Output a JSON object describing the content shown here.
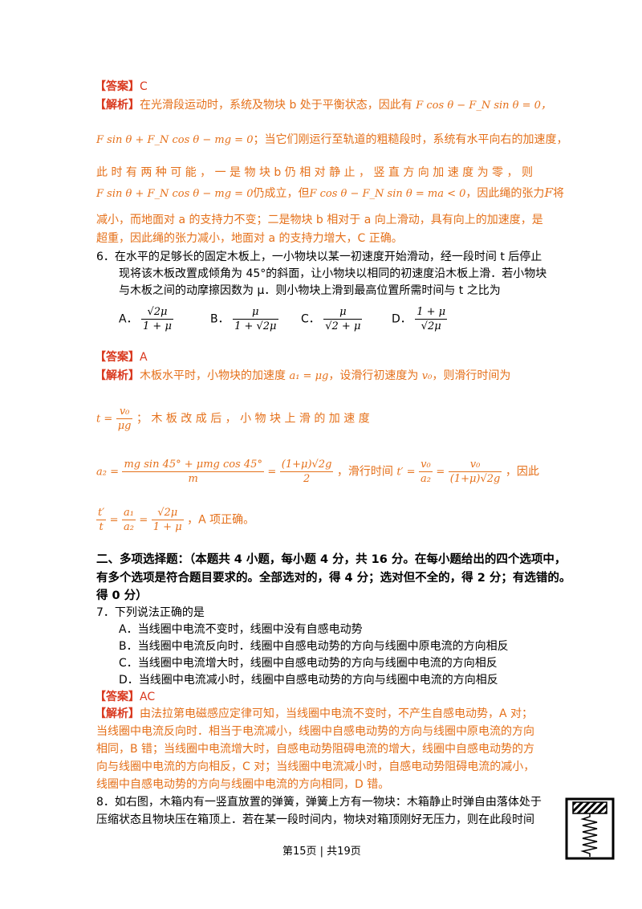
{
  "q5": {
    "answer_tag": "【答案】",
    "answer": "C",
    "analysis_tag": "【解析】",
    "line1": "在光滑段运动时，系统及物块 b 处于平衡状态，因此有",
    "eq1": "F cos θ − F_N sin θ = 0，",
    "eq2": "F sin θ + F_N cos θ − mg = 0",
    "line2": "；当它们刚运行至轨道的粗糙段时，系统有水平向右的加速度，",
    "line3": "此 时 有 两 种 可 能 ， 一 是 物 块 b 仍 相 对 静 止 ， 竖 直 方 向 加 速 度 为 零 ， 则",
    "eq3": "F sin θ + F_N cos θ − mg = 0",
    "line4a": "仍成立，但",
    "eq4": "F cos θ − F_N sin θ = ma < 0",
    "line4b": "，因此绳的张力",
    "eq5": "F",
    "line4c": "将",
    "line5": "减小，而地面对 a 的支持力不变；二是物块 b 相对于 a 向上滑动，具有向上的加速度，是",
    "line6": "超重，因此绳的张力减小，地面对 a 的支持力增大，C 正确。"
  },
  "q6": {
    "stem1": "6．在水平的足够长的固定木板上，一小物块以某一初速度开始滑动，经一段时间 t 后停止",
    "stem2": "现将该木板改置成倾角为 45°的斜面，让小物块以相同的初速度沿木板上滑．若小物块",
    "stem3": "与木板之间的动摩擦因数为 μ．则小物块上滑到最高位置所需时间与 t 之比为",
    "options": [
      {
        "label": "A．",
        "num": "√2μ",
        "den": "1 + μ"
      },
      {
        "label": "B．",
        "num": "μ",
        "den": "1 + √2μ"
      },
      {
        "label": "C．",
        "num": "μ",
        "den": "√2 + μ"
      },
      {
        "label": "D．",
        "num": "1 + μ",
        "den": "√2μ"
      }
    ],
    "answer_tag": "【答案】",
    "answer": "A",
    "analysis_tag": "【解析】",
    "a1": "木板水平时，小物块的加速度",
    "eq_a1": "a₁ = μg",
    "a2": "，设滑行初速度为",
    "eq_v0": "v₀",
    "a3": "，则滑行时间为",
    "t_lhs": "t =",
    "t_num": "v₀",
    "t_den": "μg",
    "b1": "；  木  板  改  成  后  ，  小  物  块  上  滑  的  加  速  度",
    "a2_lhs": "a₂ =",
    "a2_num": "mg sin 45° + μmg cos 45°",
    "a2_den": "m",
    "a2_eq": "=",
    "a2_num2": "(1+μ)√2g",
    "a2_den2": "2",
    "c1": "，滑行时间",
    "tp_lhs": "t′ =",
    "tp_num": "v₀",
    "tp_den": "a₂",
    "tp_eq": "=",
    "tp_num2": "v₀",
    "tp_den2": "(1+μ)√2g",
    "c2": "，因此",
    "r_num1": "t′",
    "r_den1": "t",
    "r_eq1": "=",
    "r_num2": "a₁",
    "r_den2": "a₂",
    "r_eq2": "=",
    "r_num3": "√2μ",
    "r_den3": "1 + μ",
    "r_text": "，A 项正确。"
  },
  "section2": {
    "line1": "二、多项选择题：（本题共 4 小题，每小题 4 分，共 16 分。在每小题给出的四个选项中，",
    "line2": "有多个选项是符合题目要求的。全部选对的，得 4 分；选对但不全的，得 2 分；有选错的。",
    "line3": "得 0 分）"
  },
  "q7": {
    "stem": "7．下列说法正确的是",
    "options": [
      "A．当线圈中电流不变时，线圈中没有自感电动势",
      "B．当线圈中电流反向时．线圈中自感电动势的方向与线圈中原电流的方向相反",
      "C．当线圈中电流增大时，线圈中自感电动势的方向与线圈中电流的方向相反",
      "D．当线圈中电流减小时，线圈中自感电动势的方向与线圈中电流的方向相反"
    ],
    "answer_tag": "【答案】",
    "answer": "AC",
    "analysis_tag": "【解析】",
    "analysis": [
      "由法拉第电磁感应定律可知，当线圈中电流不变时，不产生自感电动势，A 对；",
      "当线圈中电流反向时．相当于电流减小，线圈中自感电动势的方向与线圈中原电流的方向",
      "相同，B 错；当线圈中电流增大时，自感电动势阻碍电流的增大，线圈中自感电动势的方",
      "向与线圈中电流的方向相反，C 对；当线圈中电流减小时，自感电动势阻碍电流的减小，",
      "线圈中自感电动势的方向与线圈中电流的方向相同，D 错。"
    ]
  },
  "q8": {
    "line1": "8．如右图，木箱内有一竖直放置的弹簧，弹簧上方有一物块：木箱静止时弹自由落体处于",
    "line2": "压缩状态且物块压在箱顶上．若在某一段时间内，物块对箱顶刚好无压力，则在此段时间"
  },
  "footer": "第15页 | 共19页",
  "colors": {
    "answer": "#d9381e",
    "analysis": "#e5701a"
  }
}
